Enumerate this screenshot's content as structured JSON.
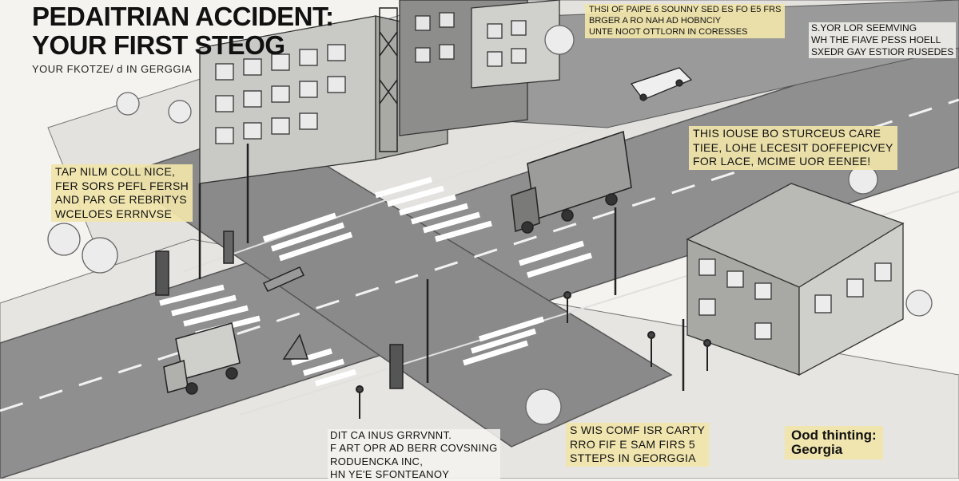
{
  "title": {
    "line1": "PEDAITRIAN ACCIDENT:",
    "line2": "YOUR FIRST STEOG",
    "subtitle": "YOUR FKOTZE/ d IN GERGGIA"
  },
  "callouts": {
    "top_center": [
      "THSI OF PAIPE 6 SOUNNY SED ES FO E5 FRS",
      "BRGER A RO NAH AD HOBNCIY",
      "UNTE NOOT OTTLORN IN CORESSES"
    ],
    "top_right": [
      "S.YOR LOR SEEMVING",
      "WH THE FIAVE PESS HOELL",
      "SXEDR GAY ESTIOR RUSEDES"
    ],
    "mid_right": [
      "THIS IOUSE BO STURCEUS CARE",
      "TIEE, LOHE LECESIT DOFFEPICVEY",
      "FOR LACE, MCIME UOR EENEE!"
    ],
    "left": [
      "TAP NILM COLL NICE,",
      "FER SORS PEFL FERSH",
      "AND PAR GE REBRITYS",
      "WCELOES ERRNVSE"
    ],
    "bottom_center": [
      "DIT CA INUS GRRVNNT.",
      "F ART OPR AD BERR COVSNING",
      "RODUENCKA INC,",
      "HN YE'E SFONTEANOY"
    ],
    "bottom_right": [
      "S WIS COMF ISR CARTY",
      "RRO FIF E SAM FIRS 5",
      "STTEPS IN GEORGGIA"
    ],
    "logo": [
      "Ood thinting:",
      "Georgia"
    ]
  },
  "colors": {
    "road": "#8e8e8e",
    "sidewalk": "#dcdcd8",
    "highlight": "#f1e5aa",
    "ink": "#111111"
  }
}
